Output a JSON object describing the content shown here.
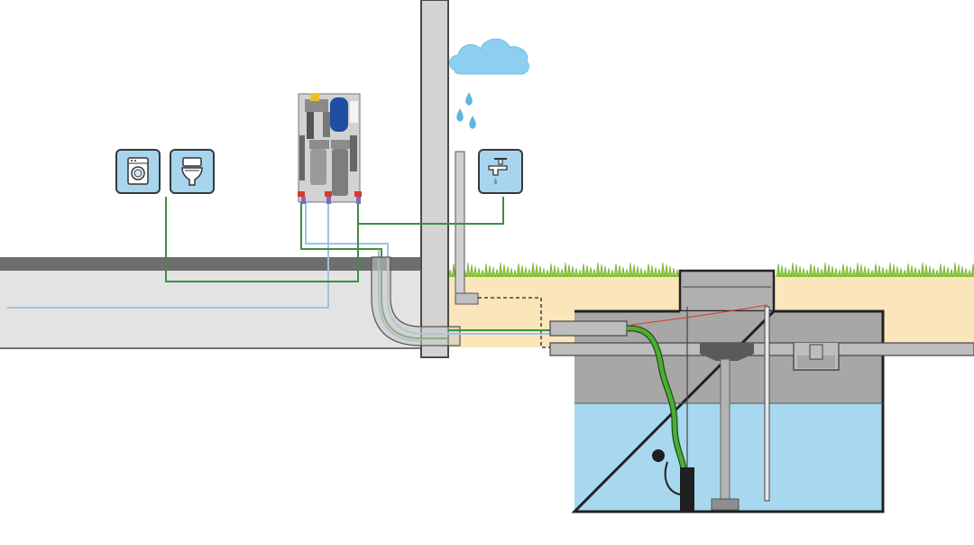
{
  "figure": {
    "title": "",
    "has_text_labels": false
  },
  "appliances": [
    {
      "name": "washing-machine",
      "icon": "washing-machine-icon"
    },
    {
      "name": "toilet",
      "icon": "toilet-icon"
    },
    {
      "name": "garden-tap",
      "icon": "tap-icon"
    }
  ],
  "colors": {
    "wall": "#d3d3d3",
    "wall_edge": "#4a4a4a",
    "ground": "#fbe6bc",
    "grass": "#8ec93d",
    "tank_air": "#a9a6a6",
    "tank_water": "#a8d8f0",
    "supply_pipe": "#3e8e41",
    "mains_pipe": "#9cc4e4",
    "pump_hose": "#3f9a2e",
    "overflow_pipe": "#bdbdbd",
    "cloud": "#8dcff0",
    "rain": "#5fb5e5",
    "icon_bg": "#a9d4ee",
    "pressure_vessel": "#1f4fa3",
    "float_cable": "#d63a2f"
  }
}
